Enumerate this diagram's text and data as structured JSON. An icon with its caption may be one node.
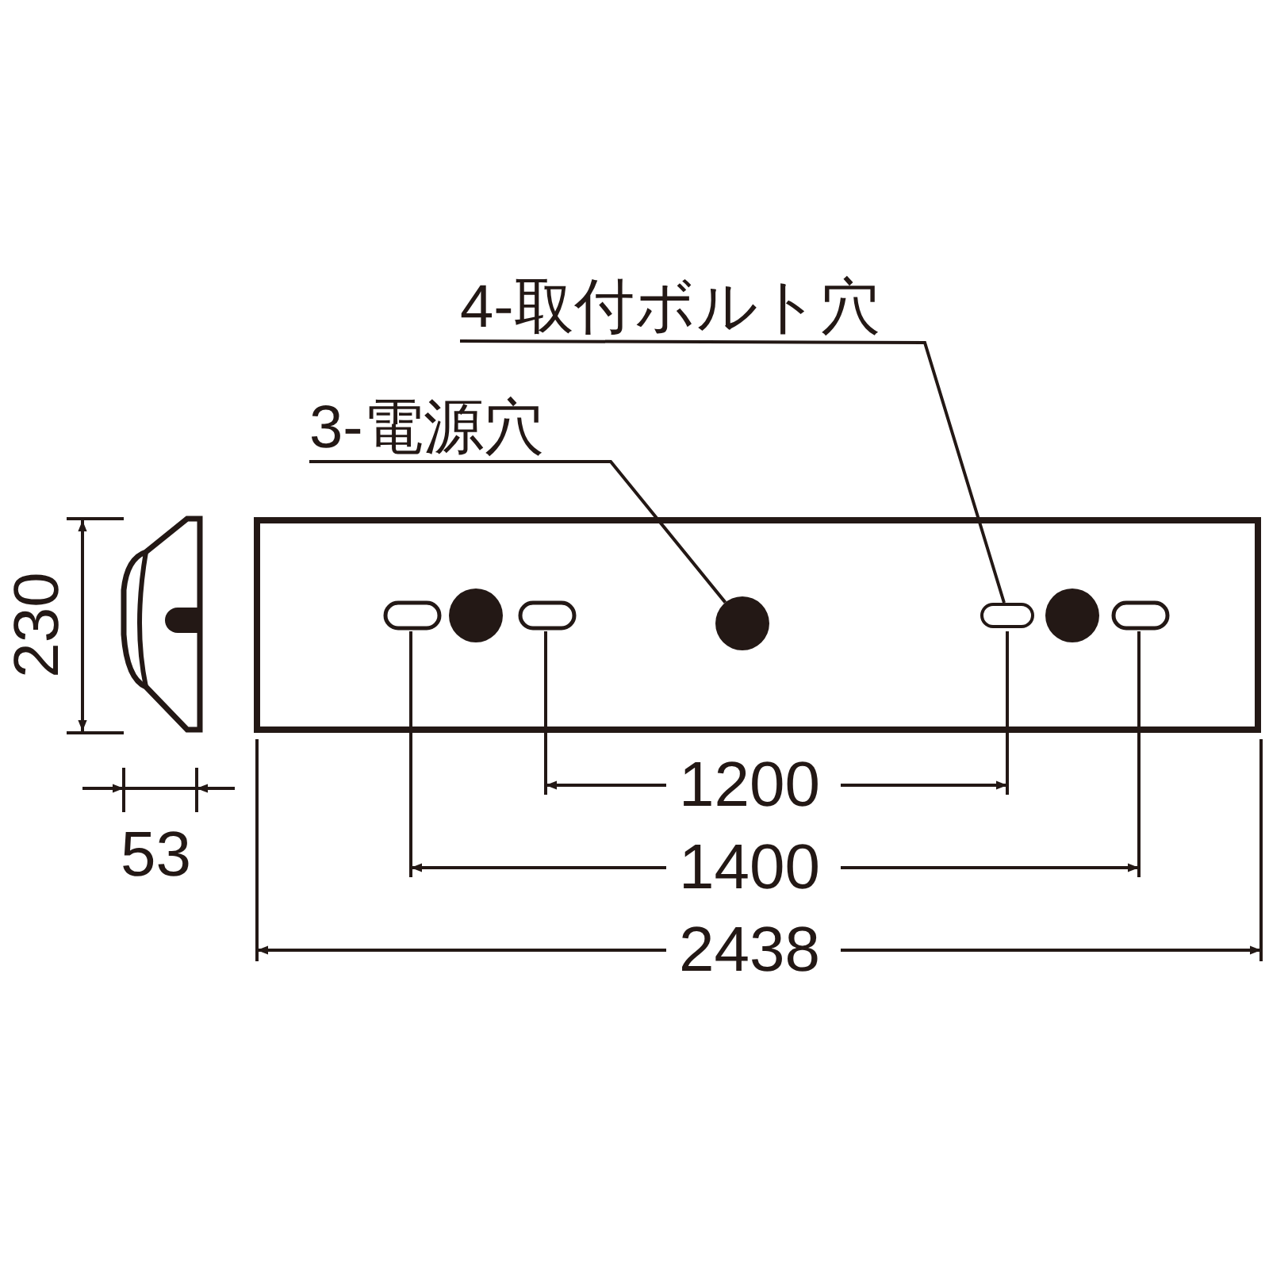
{
  "diagram": {
    "nodes": [
      {
        "text": [
          "3-電源穴"
        ]
      },
      {
        "text": [],
        "shape": "circle"
      },
      {
        "text": [
          "4-取付ボルト穴"
        ]
      },
      {
        "text": [],
        "shape": "box"
      }
    ],
    "edges": [
      {
        "from": 0,
        "to": 1,
        "arrow": "none"
      },
      {
        "from": 2,
        "to": 3,
        "arrow": "none"
      }
    ],
    "labels": [
      "230",
      "53",
      "1200",
      "1400",
      "2438"
    ]
  }
}
